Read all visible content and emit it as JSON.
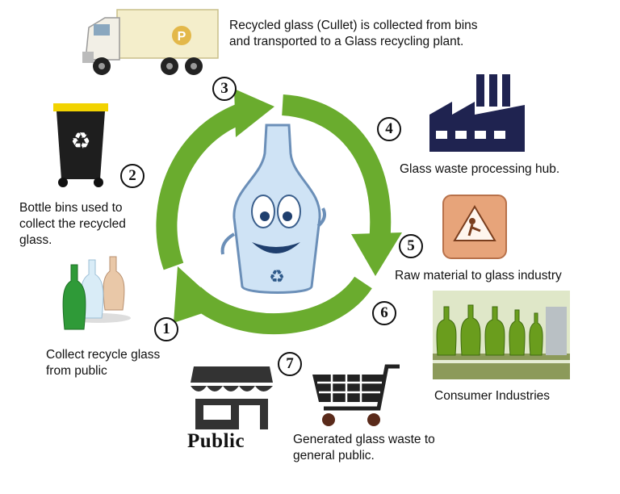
{
  "colors": {
    "arrow": "#6aac2e",
    "arrow_dark": "#4f8a1e",
    "factory": "#1f2350",
    "icon_black": "#222222",
    "bottle": "#cfe3f5"
  },
  "steps": [
    {
      "number": "1",
      "text": "Collect recycle glass from public",
      "icon": "glass-bottles-icon"
    },
    {
      "number": "2",
      "text": "Bottle bins used to collect the recycled glass.",
      "icon": "recycle-bin-icon"
    },
    {
      "number": "3",
      "text": "Recycled glass (Cullet) is collected from bins and transported to a Glass recycling plant.",
      "icon": "truck-icon"
    },
    {
      "number": "4",
      "text": "Glass waste processing hub.",
      "icon": "factory-icon"
    },
    {
      "number": "5",
      "text": "Raw material to glass industry",
      "icon": "raw-material-bag-icon"
    },
    {
      "number": "6",
      "text": "Consumer Industries",
      "icon": "bottling-line-photo"
    },
    {
      "number": "7",
      "text": "Generated glass waste to general public.",
      "icon": "shopping-cart-icon"
    }
  ],
  "public_store": {
    "label": "Public",
    "icon": "storefront-icon"
  },
  "center": {
    "icon": "bottle-mascot-icon"
  }
}
